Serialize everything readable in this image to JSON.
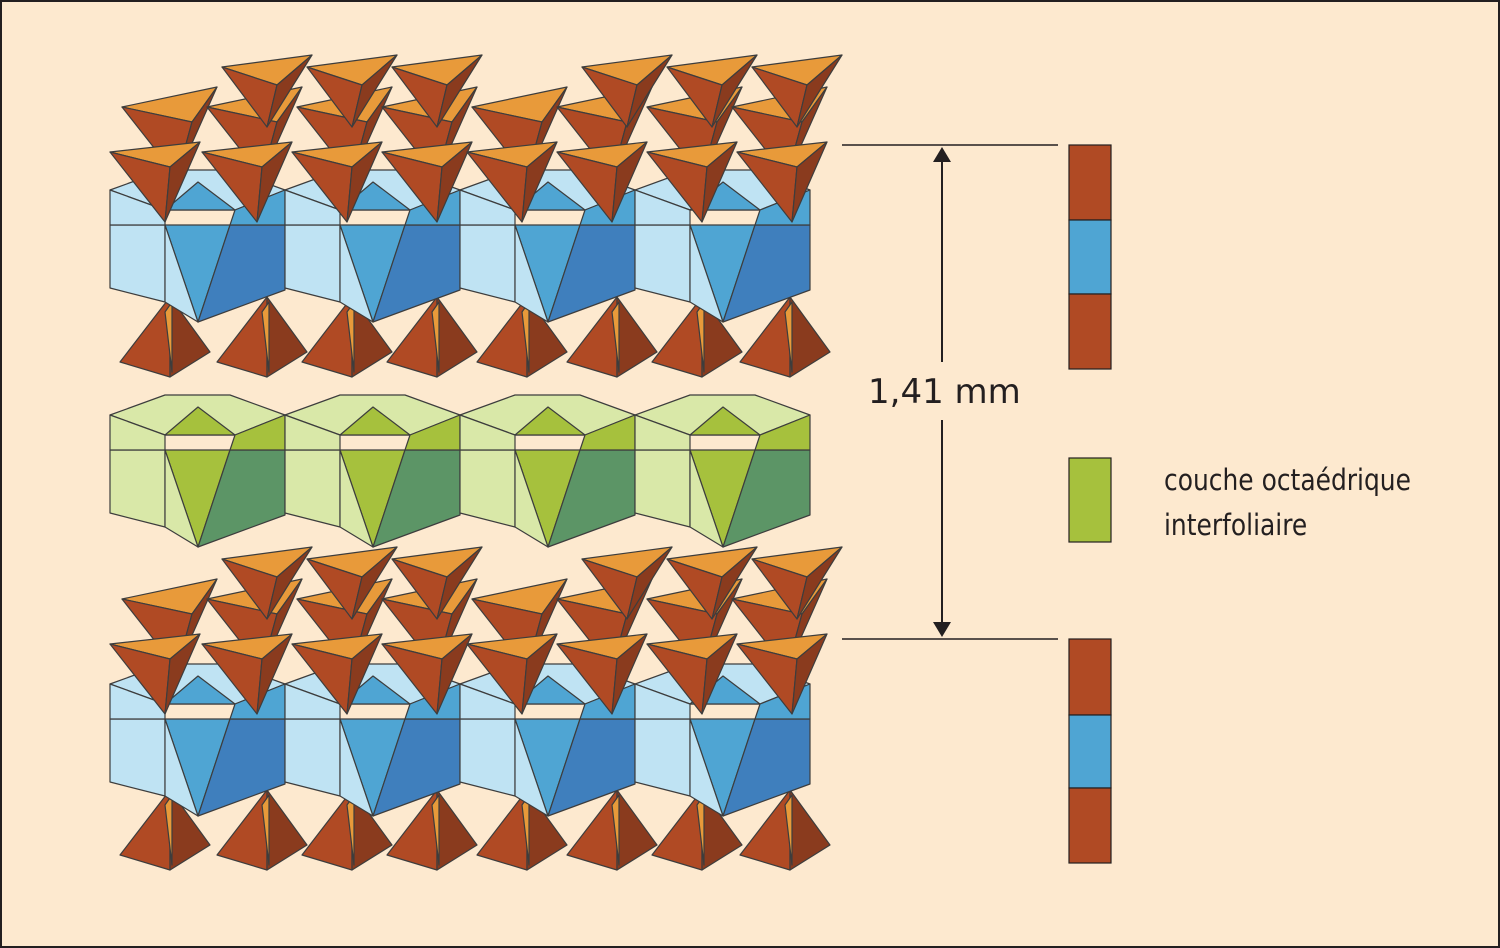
{
  "diagram": {
    "measurement": "1,41 mm",
    "legend": {
      "line1": "couche octaédrique",
      "line2": "interfoliaire"
    }
  },
  "colors": {
    "background": "#fde9cf",
    "tetrahedral_dark": "#8a3b1e",
    "tetrahedral_mid": "#b04a24",
    "tetrahedral_light": "#e89a3a",
    "octahedral_blue_dark": "#3f7fbd",
    "octahedral_blue_mid": "#4fa5d3",
    "octahedral_blue_light": "#bfe3f3",
    "interlayer_green_dark": "#5c9566",
    "interlayer_green_mid": "#a6c13d",
    "interlayer_green_light": "#d9e8a8"
  },
  "structure": {
    "layers_top_to_bottom": [
      "tetrahedral",
      "octahedral",
      "tetrahedral",
      "interlayer-octahedral",
      "tetrahedral",
      "octahedral",
      "tetrahedral"
    ],
    "legend_bar_top": [
      "tetrahedral",
      "octahedral",
      "tetrahedral"
    ],
    "legend_bar_bottom": [
      "tetrahedral",
      "octahedral",
      "tetrahedral"
    ],
    "legend_swatch": "interlayer-octahedral"
  }
}
